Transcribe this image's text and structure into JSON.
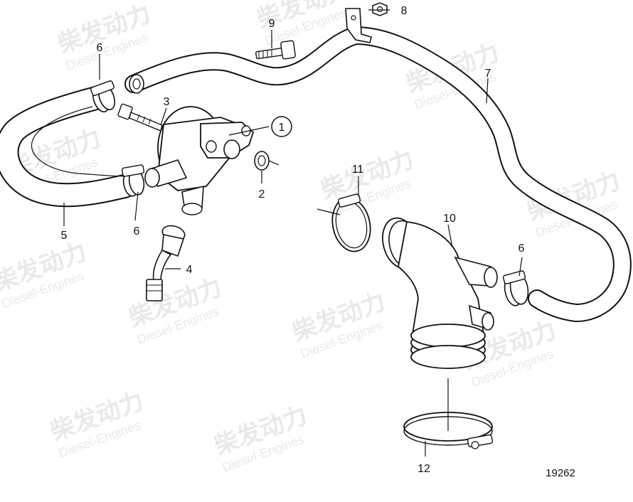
{
  "watermark": {
    "brand_cn": "柴发动力",
    "brand_en": "Diesel-Engines"
  },
  "reference_number": "19262",
  "callouts": {
    "c1": "1",
    "c2": "2",
    "c3": "3",
    "c4": "4",
    "c5": "5",
    "c6a": "6",
    "c6b": "6",
    "c6c": "6",
    "c7": "7",
    "c8": "8",
    "c9": "9",
    "c10": "10",
    "c11": "11",
    "c12": "12"
  }
}
